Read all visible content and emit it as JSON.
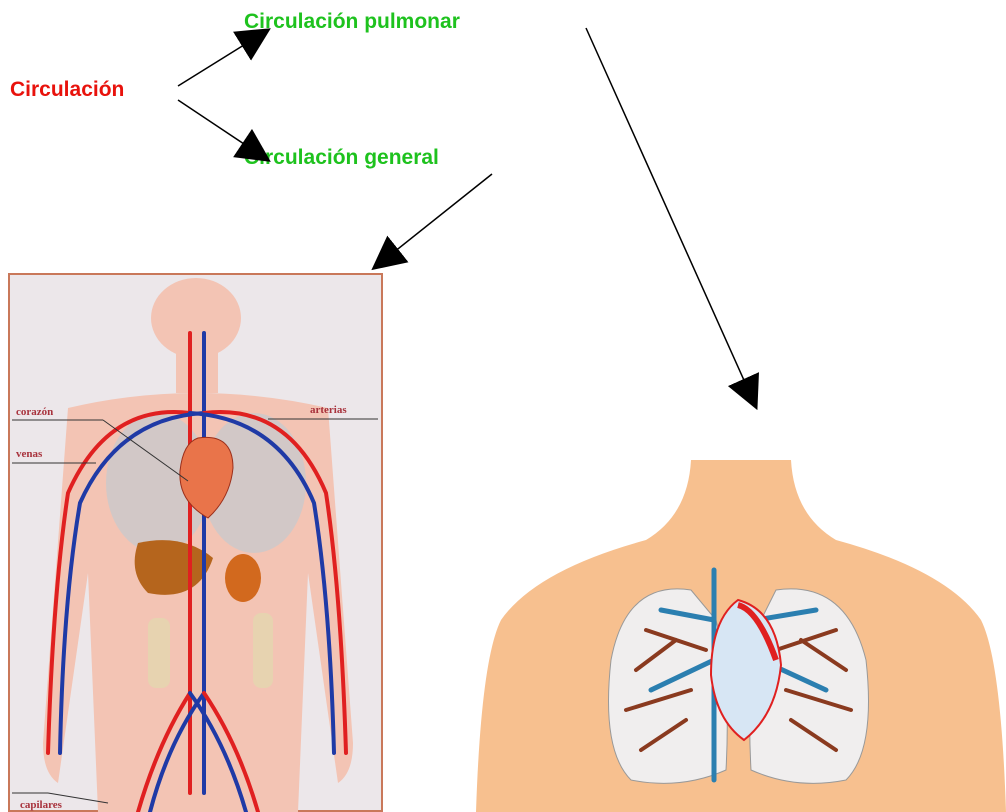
{
  "colors": {
    "root": "#e8120c",
    "branch": "#1ec21e",
    "artery": "#e02020",
    "vein": "#1f3aa6",
    "skin": "#f7c08f",
    "callout": "#a8323c"
  },
  "concept_map": {
    "root": "Circulación",
    "branches": [
      "Circulación pulmonar",
      "Circulación general"
    ]
  },
  "body_diagram": {
    "labels": {
      "heart": "corazón",
      "arteries": "arterias",
      "veins": "venas",
      "capillaries": "capilares"
    }
  }
}
